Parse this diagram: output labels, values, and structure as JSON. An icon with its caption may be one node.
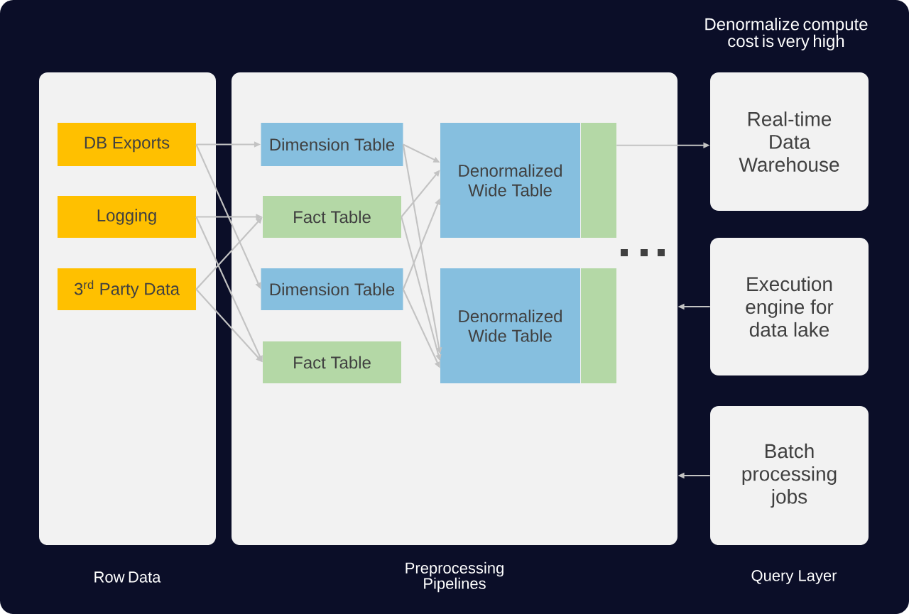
{
  "diagram": {
    "nodes": [
      {
        "text": [
          "Row Data"
        ]
      },
      {
        "text": [
          "DB Exports"
        ],
        "in": 0
      },
      {
        "text": [
          "Logging"
        ],
        "in": 0
      },
      {
        "text": [
          "3$^{rd}$ Party Data"
        ],
        "in": 0
      },
      {
        "text": [
          "Preprocessing Pipelines"
        ]
      },
      {
        "text": [
          "Dimension Table"
        ],
        "in": 4
      },
      {
        "text": [
          "Fact Table"
        ],
        "in": 4
      },
      {
        "text": [
          "Dimension Table"
        ],
        "in": 4
      },
      {
        "text": [
          "Fact Table"
        ],
        "in": 4
      },
      {
        "text": [
          "Denormalized Wide Table"
        ],
        "in": 4
      },
      {
        "text": [],
        "shape": "bar",
        "in": 4
      },
      {
        "text": [
          "Denormalized Wide Table"
        ],
        "in": 4
      },
      {
        "text": [],
        "shape": "bar",
        "in": 4
      },
      {
        "text": [
          "Real-time Data Warehouse"
        ]
      },
      {
        "text": [
          "Execution engine for data lake"
        ]
      },
      {
        "text": [
          "Batch processing jobs"
        ]
      }
    ],
    "edges": [
      {
        "from": 1,
        "to": 5,
        "arrow": "to"
      },
      {
        "from": 1,
        "to": 7,
        "arrow": "to"
      },
      {
        "from": 2,
        "to": 6,
        "arrow": "to"
      },
      {
        "from": 2,
        "to": 8,
        "arrow": "to"
      },
      {
        "from": 3,
        "to": 6,
        "arrow": "to"
      },
      {
        "from": 3,
        "to": 8,
        "arrow": "to"
      },
      {
        "from": 5,
        "to": 9,
        "arrow": "to"
      },
      {
        "from": 5,
        "to": 11,
        "arrow": "to"
      },
      {
        "from": 6,
        "to": 9,
        "arrow": "to"
      },
      {
        "from": 6,
        "to": 11,
        "arrow": "to"
      },
      {
        "from": 7,
        "to": 9,
        "arrow": "to"
      },
      {
        "from": 7,
        "to": 11,
        "arrow": "to"
      },
      {
        "from": 10,
        "to": 13,
        "arrow": "to"
      },
      {
        "from": 14,
        "to": 4,
        "arrow": "to"
      },
      {
        "from": 15,
        "to": 4,
        "arrow": "to"
      }
    ],
    "labels": [
      "Denormalize compute cost is very high",
      "Query Layer"
    ]
  }
}
